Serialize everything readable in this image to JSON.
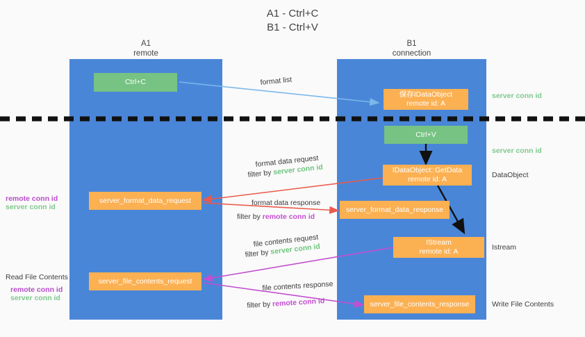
{
  "title": {
    "line1": "A1 - Ctrl+C",
    "line2": "B1 - Ctrl+V"
  },
  "lanes": [
    {
      "name": "A1",
      "sub": "remote",
      "color": "#4a86d8"
    },
    {
      "name": "B1",
      "sub": "connection",
      "color": "#4a86d8"
    }
  ],
  "colors": {
    "lane": "#4a86d8",
    "orange": "#fbb052",
    "green_node": "#76c383",
    "green_text": "#7ec98d",
    "purple_text": "#b64cc8",
    "arrow_blue": "#7cb8e8",
    "arrow_red": "#ea5a4b",
    "arrow_magenta": "#c24fd0",
    "arrow_black": "#1a1a1a",
    "background": "#fafafa"
  },
  "nodes": {
    "ctrl_c": {
      "line1": "Ctrl+C"
    },
    "save_dataobject": {
      "line1": "保存IDataObject",
      "line2": "remote id: A"
    },
    "ctrl_v": {
      "line1": "Ctrl+V"
    },
    "getdata": {
      "line1": "IDataObject::GetData",
      "line2": "remote id: A"
    },
    "istream": {
      "line1": "IStream",
      "line2": "remote id: A"
    },
    "server_format_data_request": {
      "line1": "server_format_data_request"
    },
    "server_format_data_response": {
      "line1": "server_format_data_response"
    },
    "server_file_contents_request": {
      "line1": "server_file_contents_request"
    },
    "server_file_contents_response": {
      "line1": "server_file_contents_response"
    }
  },
  "side_labels": {
    "server_conn_id_top": "server conn id",
    "server_conn_id_mid": "server conn id",
    "dataobject": "DataObject",
    "istream": "Istream",
    "write_file_contents": "Write File Contents",
    "read_file_contents": "Read File Contents",
    "left_remote_conn_id_1": "remote conn id",
    "left_server_conn_id_1": "server conn id",
    "left_remote_conn_id_2": "remote conn id",
    "left_server_conn_id_2": "server conn id"
  },
  "edge_labels": {
    "format_list": "format list",
    "format_data_request": "format data request",
    "format_data_request_filter_prefix": "filter by ",
    "format_data_request_filter_value": "server conn id",
    "format_data_response": "format data response",
    "format_data_response_filter_prefix": "filter by ",
    "format_data_response_filter_value": "remote conn id",
    "file_contents_request": "file contents request",
    "file_contents_request_filter_prefix": "filter by ",
    "file_contents_request_filter_value": "server conn id",
    "file_contents_response": "file contents response",
    "file_contents_response_filter_prefix": "filter by ",
    "file_contents_response_filter_value": "remote conn id"
  }
}
